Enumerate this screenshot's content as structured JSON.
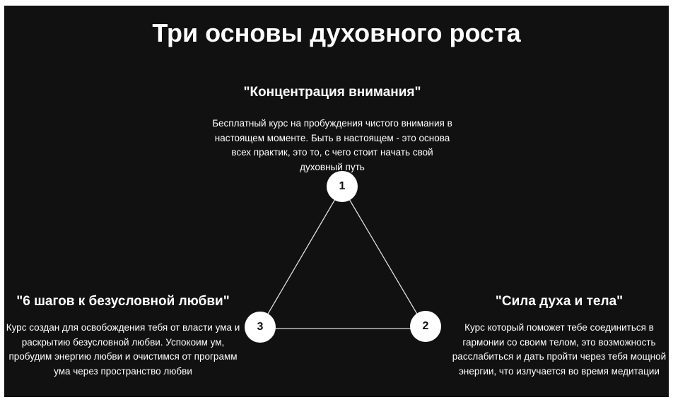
{
  "title": "Три основы духовного роста",
  "colors": {
    "background": "#111111",
    "text": "#ffffff",
    "node_fill": "#ffffff",
    "node_text": "#111111",
    "edge": "#dddddd"
  },
  "nodes": [
    {
      "number": "1",
      "title": "\"Концентрация внимания\"",
      "description": "Бесплатный курс на пробуждения чистого внимания в настоящем моменте. Быть в настоящем - это основа всех практик, это то, с чего стоит начать свой духовный путь"
    },
    {
      "number": "2",
      "title": "\"Сила духа и тела\"",
      "description": "Курс который поможет тебе соединиться в гармонии со своим телом, это возможность расслабиться и дать пройти через тебя мощной энергии, что излучается во время медитации"
    },
    {
      "number": "3",
      "title": "\"6 шагов к безусловной любви\"",
      "description": "Курс создан для освобождения тебя от власти ума и раскрытию безусловной любви. Успокоим ум, пробудим энергию любви и очистимся от программ ума через пространство любви"
    }
  ]
}
